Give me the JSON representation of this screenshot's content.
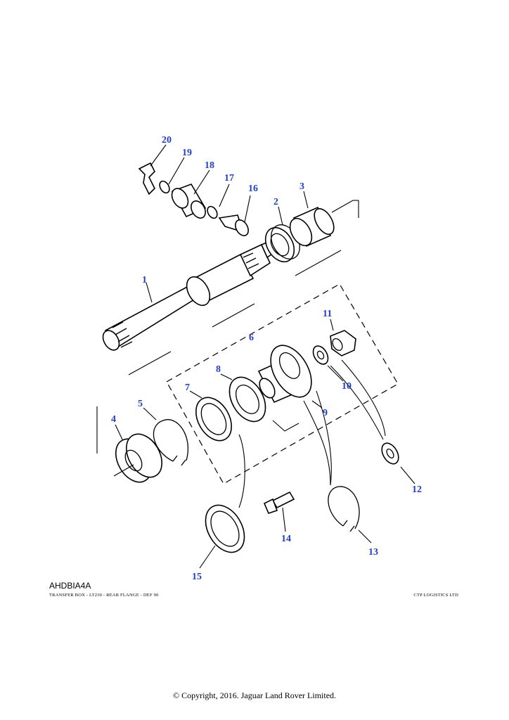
{
  "diagram": {
    "code": "AHDBIA4A",
    "subtitle": "TRANSFER BOX - LT230 - REAR FLANGE - DEF 90",
    "vendor": "CTP LOGISTICS LTD",
    "copyright": "© Copyright, 2016. Jaguar Land Rover Limited.",
    "callout_color": "#1f3fd0",
    "callouts": [
      "1",
      "2",
      "3",
      "4",
      "5",
      "6",
      "7",
      "8",
      "9",
      "10",
      "11",
      "12",
      "13",
      "14",
      "15",
      "16",
      "17",
      "18",
      "19",
      "20"
    ]
  }
}
